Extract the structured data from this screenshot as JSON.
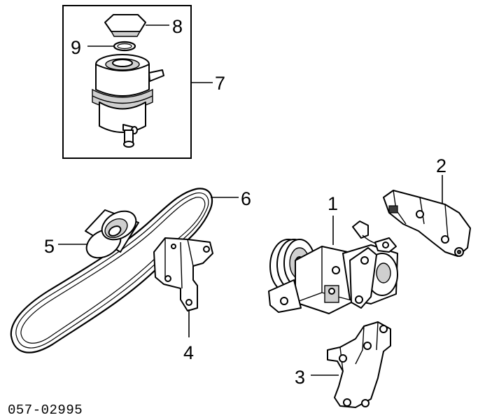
{
  "diagram_code": "057-02995",
  "callouts": {
    "c1": "1",
    "c2": "2",
    "c3": "3",
    "c4": "4",
    "c5": "5",
    "c6": "6",
    "c7": "7",
    "c8": "8",
    "c9": "9"
  },
  "parts": [
    {
      "callout": "1",
      "name": "power steering pump"
    },
    {
      "callout": "2",
      "name": "upper bracket"
    },
    {
      "callout": "3",
      "name": "lower bracket"
    },
    {
      "callout": "4",
      "name": "idler bracket"
    },
    {
      "callout": "5",
      "name": "idler pulley"
    },
    {
      "callout": "6",
      "name": "drive belt"
    },
    {
      "callout": "7",
      "name": "reservoir assembly"
    },
    {
      "callout": "8",
      "name": "reservoir cap"
    },
    {
      "callout": "9",
      "name": "o-ring"
    }
  ]
}
